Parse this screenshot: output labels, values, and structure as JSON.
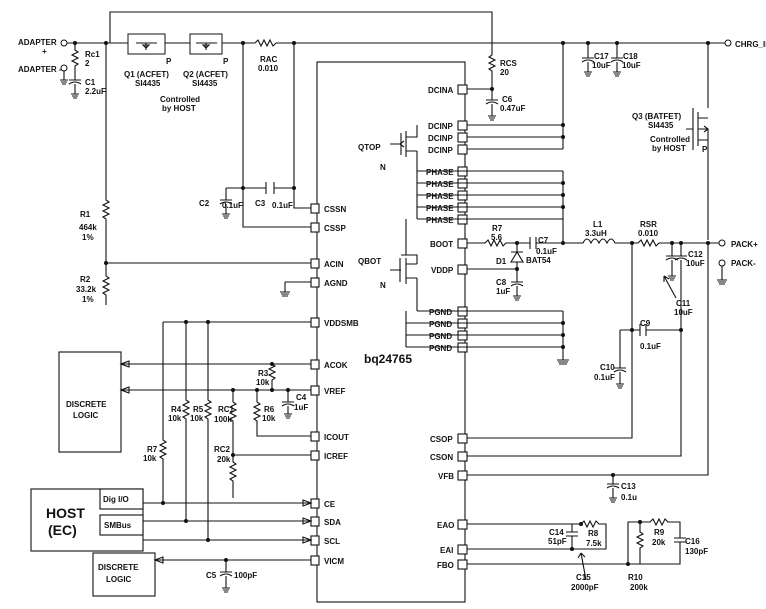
{
  "chip": {
    "name": "bq24765"
  },
  "left_pins": [
    {
      "id": "cssn",
      "label": "CSSN"
    },
    {
      "id": "cssp",
      "label": "CSSP"
    },
    {
      "id": "acin",
      "label": "ACIN"
    },
    {
      "id": "agnd",
      "label": "AGND"
    },
    {
      "id": "vddsmb",
      "label": "VDDSMB"
    },
    {
      "id": "acok",
      "label": "ACOK"
    },
    {
      "id": "vref",
      "label": "VREF"
    },
    {
      "id": "icout",
      "label": "ICOUT"
    },
    {
      "id": "icref",
      "label": "ICREF"
    },
    {
      "id": "ce",
      "label": "CE"
    },
    {
      "id": "sda",
      "label": "SDA"
    },
    {
      "id": "scl",
      "label": "SCL"
    },
    {
      "id": "vicm",
      "label": "VICM"
    }
  ],
  "right_pins": [
    {
      "id": "dcina",
      "label": "DCINA"
    },
    {
      "id": "dcinp1",
      "label": "DCINP"
    },
    {
      "id": "dcinp2",
      "label": "DCINP"
    },
    {
      "id": "dcinp3",
      "label": "DCINP"
    },
    {
      "id": "phase1",
      "label": "PHASE"
    },
    {
      "id": "phase2",
      "label": "PHASE"
    },
    {
      "id": "phase3",
      "label": "PHASE"
    },
    {
      "id": "phase4",
      "label": "PHASE"
    },
    {
      "id": "phase5",
      "label": "PHASE"
    },
    {
      "id": "boot",
      "label": "BOOT"
    },
    {
      "id": "vddp",
      "label": "VDDP"
    },
    {
      "id": "pgnd1",
      "label": "PGND"
    },
    {
      "id": "pgnd2",
      "label": "PGND"
    },
    {
      "id": "pgnd3",
      "label": "PGND"
    },
    {
      "id": "pgnd4",
      "label": "PGND"
    },
    {
      "id": "csop",
      "label": "CSOP"
    },
    {
      "id": "cson",
      "label": "CSON"
    },
    {
      "id": "vfb",
      "label": "VFB"
    },
    {
      "id": "eao",
      "label": "EAO"
    },
    {
      "id": "eai",
      "label": "EAI"
    },
    {
      "id": "fbo",
      "label": "FBO"
    }
  ],
  "terminals": {
    "adapter_plus_1": "ADAPTER",
    "adapter_plus_2": "+",
    "adapter_minus": "ADAPTER -",
    "chrg_in": "CHRG_IN",
    "pack_plus": "PACK+",
    "pack_minus": "PACK-"
  },
  "components": {
    "rc1": {
      "name": "Rc1",
      "value": "2"
    },
    "c1": {
      "name": "C1",
      "value": "2.2uF"
    },
    "q1": {
      "name": "Q1 (ACFET)",
      "part": "SI4435"
    },
    "q2": {
      "name": "Q2 (ACFET)",
      "part": "SI4435"
    },
    "ac_controlled_1": "Controlled",
    "ac_controlled_2": "by HOST",
    "rac": {
      "name": "RAC",
      "value": "0.010"
    },
    "rcs": {
      "name": "RCS",
      "value": "20"
    },
    "c6": {
      "name": "C6",
      "value": "0.47uF"
    },
    "c17": {
      "name": "C17",
      "value": "10uF"
    },
    "c18": {
      "name": "C18",
      "value": "10uF"
    },
    "q3": {
      "name": "Q3 (BATFET)",
      "part": "SI4435"
    },
    "bat_controlled_1": "Controlled",
    "bat_controlled_2": "by HOST",
    "p_mark": "P",
    "n_mark": "N",
    "qtop": {
      "name": "QTOP"
    },
    "qbot": {
      "name": "QBOT"
    },
    "c2": {
      "name": "C2",
      "value": "0.1uF"
    },
    "c3": {
      "name": "C3",
      "value": "0.1uF"
    },
    "r1": {
      "name": "R1",
      "value": "464k",
      "tol": "1%"
    },
    "r2": {
      "name": "R2",
      "value": "33.2k",
      "tol": "1%"
    },
    "r7": {
      "name": "R7",
      "value": "5.6"
    },
    "c7": {
      "name": "C7",
      "value": "0.1uF"
    },
    "d1": {
      "name": "D1",
      "part": "BAT54"
    },
    "c8": {
      "name": "C8",
      "value": "1uF"
    },
    "l1": {
      "name": "L1",
      "value": "3.3uH"
    },
    "rsr": {
      "name": "RSR",
      "value": "0.010"
    },
    "c12": {
      "name": "C12",
      "value": "10uF"
    },
    "c11": {
      "name": "C11",
      "value": "10uF"
    },
    "c9": {
      "name": "C9",
      "value": "0.1uF"
    },
    "c10": {
      "name": "C10",
      "value": "0.1uF"
    },
    "r3": {
      "name": "R3",
      "value": "10k"
    },
    "c4": {
      "name": "C4",
      "value": "1uF"
    },
    "r4": {
      "name": "R4",
      "value": "10k"
    },
    "r5": {
      "name": "R5",
      "value": "10k"
    },
    "rc1b": {
      "name": "RC1",
      "value": "100k"
    },
    "r6": {
      "name": "R6",
      "value": "10k"
    },
    "r7b": {
      "name": "R7",
      "value": "10k"
    },
    "rc2": {
      "name": "RC2",
      "value": "20k"
    },
    "c13": {
      "name": "C13",
      "value": "0.1u"
    },
    "c14": {
      "name": "C14",
      "value": "51pF"
    },
    "r8": {
      "name": "R8",
      "value": "7.5k"
    },
    "c15": {
      "name": "C15",
      "value": "2000pF"
    },
    "r9": {
      "name": "R9",
      "value": "20k"
    },
    "r10": {
      "name": "R10",
      "value": "200k"
    },
    "c16": {
      "name": "C16",
      "value": "130pF"
    },
    "c5": {
      "name": "C5",
      "value": "100pF"
    }
  },
  "blocks": {
    "discrete_logic_top_1": "DISCRETE",
    "discrete_logic_top_2": "LOGIC",
    "host_1": "HOST",
    "host_2": "(EC)",
    "dig_io": "Dig I/O",
    "smbus": "SMBus",
    "discrete_logic_bot_1": "DISCRETE",
    "discrete_logic_bot_2": "LOGIC"
  }
}
